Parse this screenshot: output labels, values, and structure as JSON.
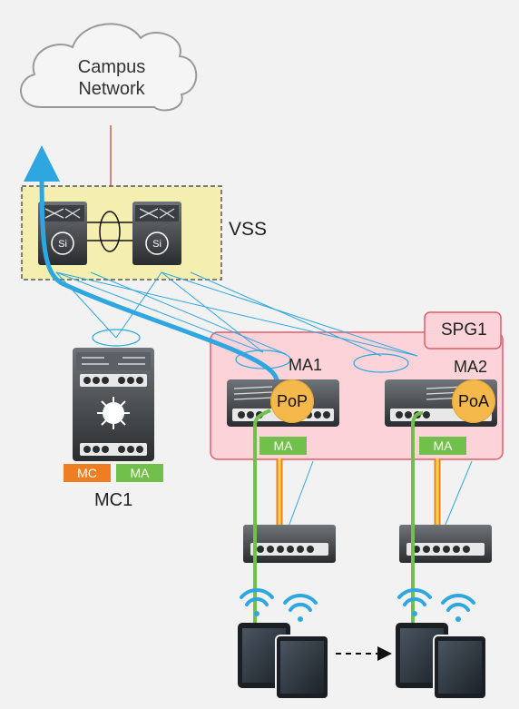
{
  "cloud": {
    "line1": "Campus",
    "line2": "Network"
  },
  "vss": {
    "label": "VSS"
  },
  "spg": {
    "label": "SPG1"
  },
  "ma1": {
    "label": "MA1",
    "role": "PoP",
    "tag": "MA"
  },
  "ma2": {
    "label": "MA2",
    "role": "PoA",
    "tag": "MA"
  },
  "mc1": {
    "label": "MC1",
    "tag_mc": "MC",
    "tag_ma": "MA"
  },
  "colors": {
    "blue": "#2ea7e0",
    "green": "#72c04c",
    "orange": "#ef7d22",
    "yellow_box": "#f4eeb0",
    "pink_box": "#fbd3d8",
    "pink_border": "#e35a6b",
    "badge": "#f5b84a"
  }
}
